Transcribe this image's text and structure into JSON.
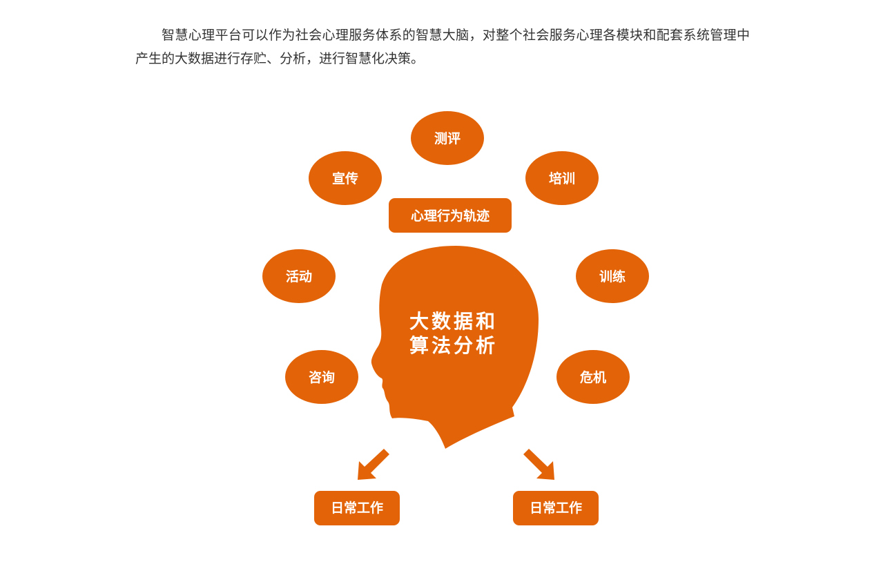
{
  "intro": {
    "paragraph": "智慧心理平台可以作为社会心理服务体系的智慧大脑，对整个社会服务心理各模块和配套系统管理中产生的大数据进行存贮、分析，进行智慧化决策。"
  },
  "colors": {
    "accent": "#e36408",
    "label": "#ffffff",
    "text": "#333333"
  },
  "diagram": {
    "center": {
      "line1": "大数据和",
      "line2": "算法分析"
    },
    "track_box": "心理行为轨迹",
    "modules": {
      "evaluation": "测评",
      "publicity": "宣传",
      "training": "培训",
      "activity": "活动",
      "exercise": "训练",
      "consultation": "咨询",
      "crisis": "危机"
    },
    "outputs": {
      "left": "日常工作",
      "right": "日常工作"
    }
  }
}
